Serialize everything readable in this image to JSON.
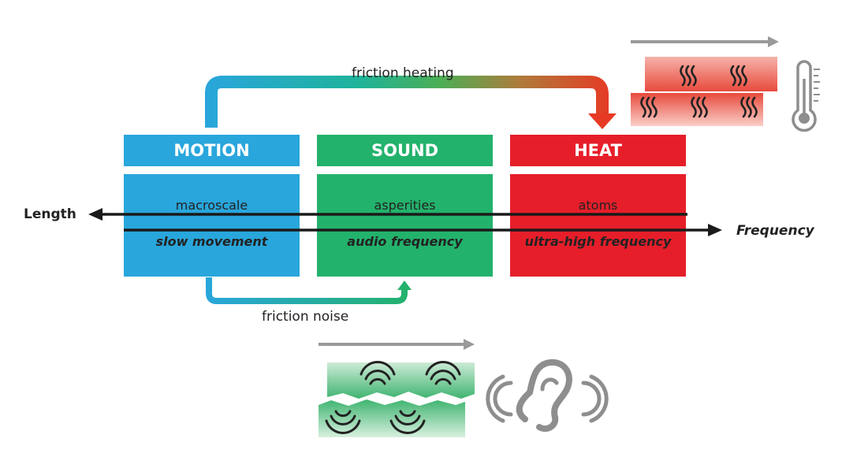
{
  "flows": {
    "friction_heating": "friction heating",
    "friction_noise": "friction noise"
  },
  "boxes": [
    {
      "id": "motion",
      "title": "MOTION",
      "scale": "macroscale",
      "frequency": "slow movement",
      "color": "#29a6dc"
    },
    {
      "id": "sound",
      "title": "SOUND",
      "scale": "asperities",
      "frequency": "audio frequency",
      "color": "#23b26c"
    },
    {
      "id": "heat",
      "title": "HEAT",
      "scale": "atoms",
      "frequency": "ultra-high frequency",
      "color": "#e61e2a"
    }
  ],
  "axes": {
    "length_label": "Length",
    "frequency_label": "Frequency"
  },
  "icons": {
    "heat_illustration": "thermometer-icon",
    "sound_illustration": "ear-icon"
  }
}
